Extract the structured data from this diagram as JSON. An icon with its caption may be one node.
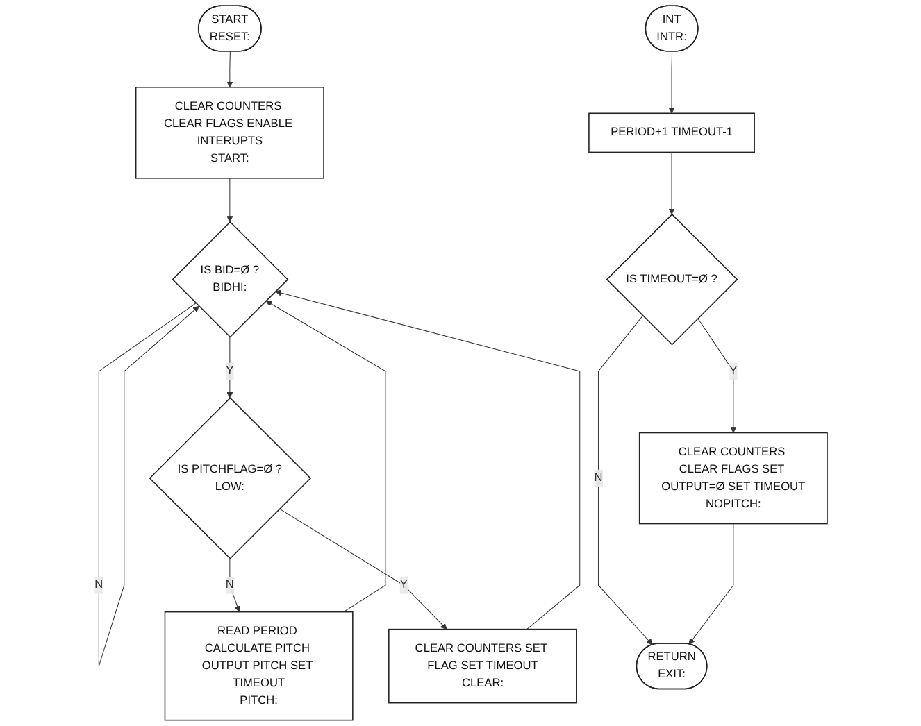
{
  "diagram": {
    "nodes": [
      {
        "text": [
          "START",
          "RESET:"
        ]
      },
      {
        "text": [
          "CLEAR COUNTERS CLEAR FLAGS ENABLE INTERUPTS",
          "START:"
        ]
      },
      {
        "text": [
          "IS BID=Ø ?",
          "BIDHI:"
        ]
      },
      {
        "text": [
          "IS PITCHFLAG=Ø ?",
          "LOW:"
        ]
      },
      {
        "text": [
          "READ PERIOD CALCULATE PITCH OUTPUT PITCH SET TIMEOUT",
          "PITCH:"
        ]
      },
      {
        "text": [
          "CLEAR COUNTERS SET FLAG SET TIMEOUT",
          "CLEAR:"
        ]
      },
      {
        "text": [
          "INT",
          "INTR:"
        ]
      },
      {
        "text": [
          "PERIOD+1 TIMEOUT-1"
        ]
      },
      {
        "text": [
          "IS TIMEOUT=Ø ?"
        ]
      },
      {
        "text": [
          "CLEAR COUNTERS CLEAR FLAGS SET OUTPUT=Ø SET TIMEOUT",
          "NOPITCH:"
        ]
      },
      {
        "text": [
          "RETURN",
          "EXIT:"
        ]
      }
    ],
    "edges": [
      {
        "from": 0,
        "to": 1,
        "arrow": "to"
      },
      {
        "from": 1,
        "to": 2,
        "arrow": "to"
      },
      {
        "from": 2,
        "to": 2,
        "label": "N",
        "arrow": "to"
      },
      {
        "from": 2,
        "to": 3,
        "label": "Y",
        "arrow": "to"
      },
      {
        "from": 3,
        "to": 4,
        "label": "N",
        "arrow": "to"
      },
      {
        "from": 3,
        "to": 5,
        "label": "Y",
        "arrow": "to"
      },
      {
        "from": 4,
        "to": 2,
        "arrow": "to"
      },
      {
        "from": 5,
        "to": 2,
        "arrow": "to"
      },
      {
        "from": 6,
        "to": 7,
        "arrow": "to"
      },
      {
        "from": 7,
        "to": 8,
        "arrow": "to"
      },
      {
        "from": 8,
        "to": 9,
        "label": "Y",
        "arrow": "to"
      },
      {
        "from": 8,
        "to": 10,
        "label": "N",
        "arrow": "to"
      },
      {
        "from": 9,
        "to": 10,
        "arrow": "to"
      }
    ]
  }
}
